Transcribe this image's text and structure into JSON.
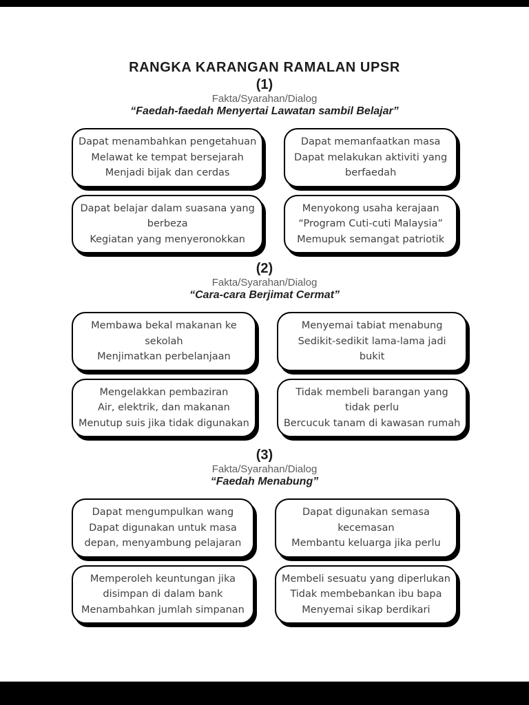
{
  "document": {
    "title": "RANGKA KARANGAN RAMALAN UPSR",
    "colors": {
      "page_background": "#ffffff",
      "letterbox_bars": "#000000",
      "box_border": "#000000",
      "box_shadow": "#000000",
      "box_text": "#3f3f3f",
      "heading_text": "#1c1c1c",
      "type_label_text": "#5c5c5c"
    },
    "sections": [
      {
        "number": "(1)",
        "type_label": "Fakta/Syarahan/Dialog",
        "topic": "“Faedah-faedah Menyertai Lawatan sambil Belajar”",
        "boxes": [
          {
            "lines": [
              "Dapat menambahkan pengetahuan",
              "Melawat ke tempat bersejarah",
              "Menjadi bijak dan cerdas"
            ]
          },
          {
            "lines": [
              "Dapat memanfaatkan masa",
              "Dapat melakukan aktiviti yang",
              "berfaedah"
            ]
          },
          {
            "lines": [
              "Dapat belajar dalam suasana yang",
              "berbeza",
              "Kegiatan yang menyeronokkan"
            ]
          },
          {
            "lines": [
              "Menyokong usaha kerajaan",
              "“Program Cuti-cuti Malaysia”",
              "Memupuk semangat patriotik"
            ]
          }
        ]
      },
      {
        "number": "(2)",
        "type_label": "Fakta/Syarahan/Dialog",
        "topic": "“Cara-cara Berjimat Cermat”",
        "boxes": [
          {
            "lines": [
              "Membawa bekal makanan ke",
              "sekolah",
              "Menjimatkan perbelanjaan"
            ]
          },
          {
            "lines": [
              "Menyemai tabiat menabung",
              "Sedikit-sedikit lama-lama jadi",
              "bukit"
            ]
          },
          {
            "lines": [
              "Mengelakkan pembaziran",
              "Air, elektrik, dan makanan",
              "Menutup suis jika tidak digunakan"
            ]
          },
          {
            "lines": [
              "Tidak membeli barangan yang",
              "tidak perlu",
              "Bercucuk tanam di kawasan rumah"
            ]
          }
        ]
      },
      {
        "number": "(3)",
        "type_label": "Fakta/Syarahan/Dialog",
        "topic": "“Faedah Menabung”",
        "boxes": [
          {
            "lines": [
              "Dapat mengumpulkan wang",
              "Dapat digunakan untuk masa",
              "depan, menyambung pelajaran"
            ]
          },
          {
            "lines": [
              "Dapat digunakan semasa",
              "kecemasan",
              "Membantu keluarga jika perlu"
            ]
          },
          {
            "lines": [
              "Memperoleh keuntungan jika",
              "disimpan di dalam bank",
              "Menambahkan jumlah simpanan"
            ]
          },
          {
            "lines": [
              "Membeli sesuatu yang diperlukan",
              "Tidak membebankan ibu bapa",
              "Menyemai sikap berdikari"
            ]
          }
        ]
      }
    ]
  }
}
